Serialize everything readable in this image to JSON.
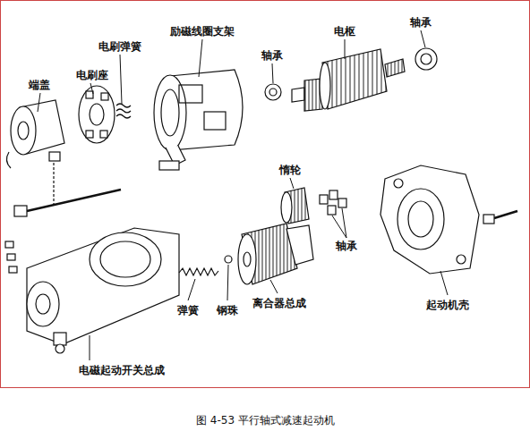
{
  "diagram": {
    "caption": "图 4-53 平行轴式减速起动机",
    "labels": [
      "端盖",
      "电刷座",
      "电刷弹簧",
      "励磁线圈支架",
      "轴承",
      "电枢",
      "轴承",
      "惰轮",
      "轴承",
      "弹簧",
      "钢珠",
      "离合器总成",
      "起动机壳",
      "电磁起动开关总成"
    ]
  }
}
